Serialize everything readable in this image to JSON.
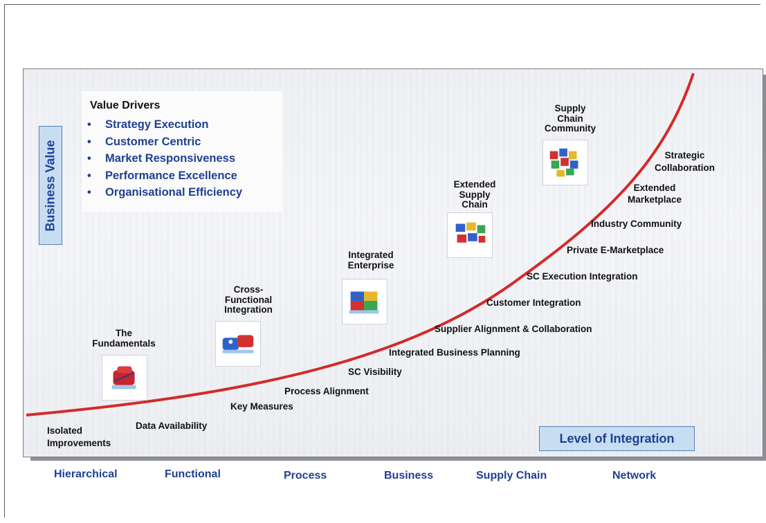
{
  "value_drivers": {
    "title": "Value Drivers",
    "items": [
      "Strategy Execution",
      "Customer Centric",
      "Market Responsiveness",
      "Performance Excellence",
      "Organisational Efficiency"
    ]
  },
  "y_axis_label": "Business Value",
  "x_axis_label": "Level of Integration",
  "stages": [
    {
      "lines": [
        "The",
        "Fundamentals"
      ]
    },
    {
      "lines": [
        "Cross-",
        "Functional",
        "Integration"
      ]
    },
    {
      "lines": [
        "Integrated",
        "Enterprise"
      ]
    },
    {
      "lines": [
        "Extended",
        "Supply",
        "Chain"
      ]
    },
    {
      "lines": [
        "Supply",
        "Chain",
        "Community"
      ]
    }
  ],
  "curve_labels": [
    [
      "Isolated",
      "Improvements"
    ],
    [
      "Data Availability"
    ],
    [
      "Key Measures"
    ],
    [
      "Process Alignment"
    ],
    [
      "SC Visibility"
    ],
    [
      "Integrated Business Planning"
    ],
    [
      "Supplier Alignment & Collaboration"
    ],
    [
      "Customer Integration"
    ],
    [
      "SC Execution Integration"
    ],
    [
      "Private E-Marketplace"
    ],
    [
      "Industry Community"
    ],
    [
      "Extended",
      "Marketplace"
    ],
    [
      "Strategic",
      "Collaboration"
    ]
  ],
  "categories": [
    "Hierarchical",
    "Functional",
    "Process",
    "Business",
    "Supply Chain",
    "Network"
  ],
  "icons": [
    "fundamentals-block-icon",
    "cross-functional-blocks-icon",
    "integrated-enterprise-blocks-icon",
    "extended-supply-chain-blocks-icon",
    "supply-chain-community-blocks-icon"
  ],
  "colors": {
    "curve": "#d42a2a",
    "label_text": "#1f3f92",
    "label_box": "#c7ddf1"
  }
}
